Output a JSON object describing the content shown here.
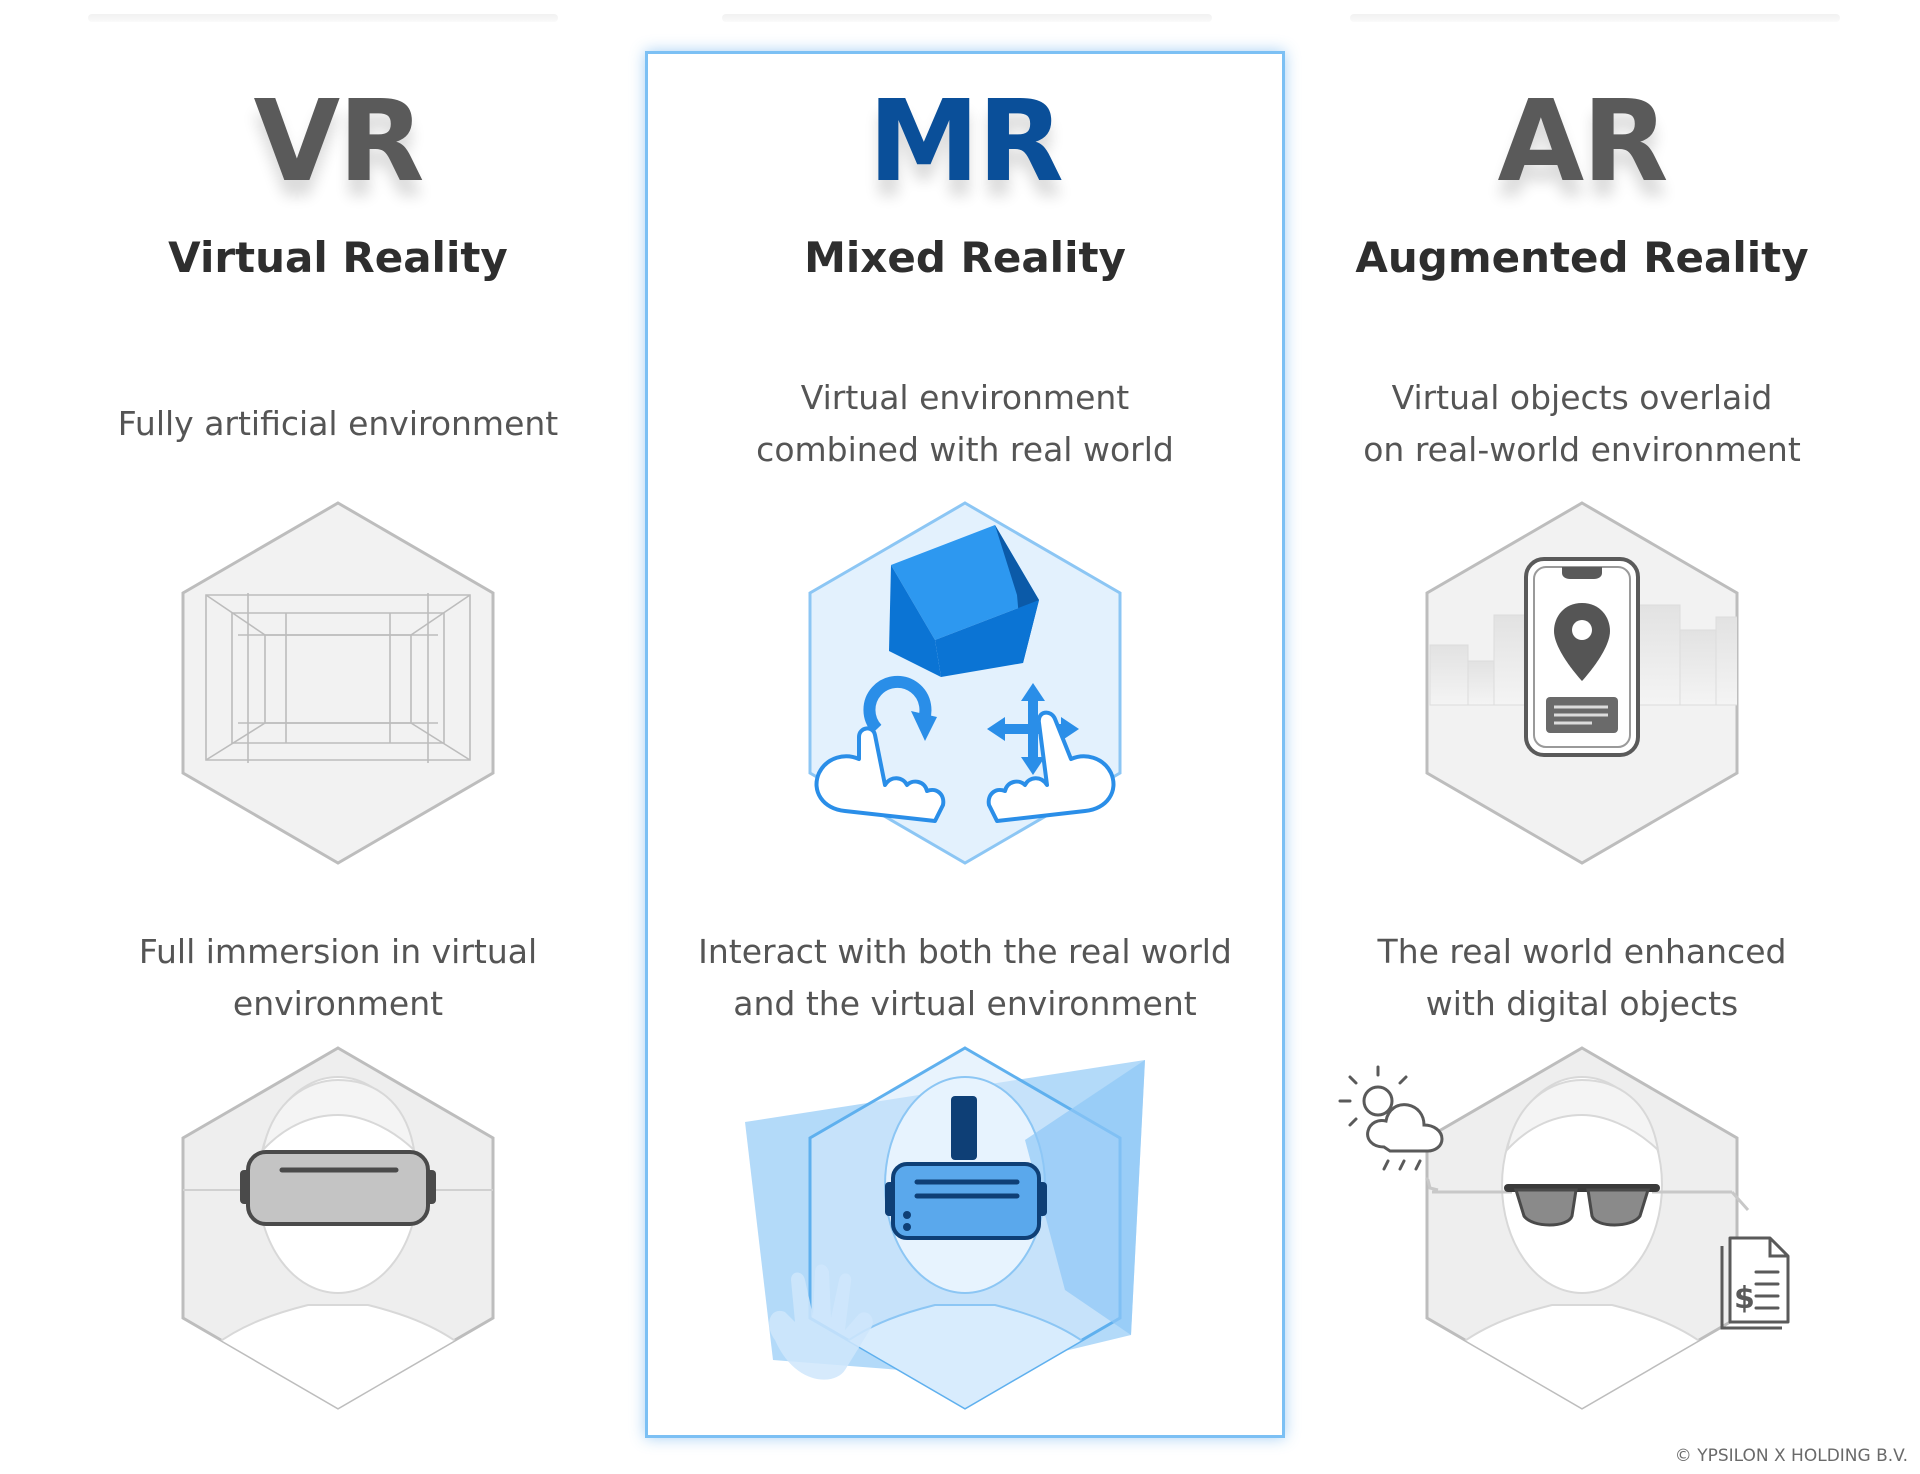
{
  "columns": [
    {
      "abbr": "VR",
      "name": "Virtual Reality",
      "desc1": [
        "Fully artificial environment"
      ],
      "desc2": [
        "Full immersion in virtual",
        "environment"
      ]
    },
    {
      "abbr": "MR",
      "name": "Mixed Reality",
      "desc1": [
        "Virtual environment",
        "combined with real world"
      ],
      "desc2": [
        "Interact with both the real world",
        "and the virtual environment"
      ]
    },
    {
      "abbr": "AR",
      "name": "Augmented Reality",
      "desc1": [
        "Virtual objects overlaid",
        "on real-world environment"
      ],
      "desc2": [
        "The real world enhanced",
        "with digital objects"
      ]
    }
  ],
  "copyright": "© YPSILON X HOLDING B.V.",
  "colors": {
    "grey_text": "#5a5a5a",
    "mr_blue": "#0a4f99",
    "accent": "#2a8ee8",
    "panel_border": "#7cc0f4"
  },
  "icons": [
    "room-wireframe-icon",
    "cube-gesture-icon",
    "smartphone-location-icon",
    "vr-headset-person-icon",
    "mr-headset-person-icon",
    "ar-glasses-person-icon",
    "weather-icon",
    "invoice-document-icon"
  ]
}
